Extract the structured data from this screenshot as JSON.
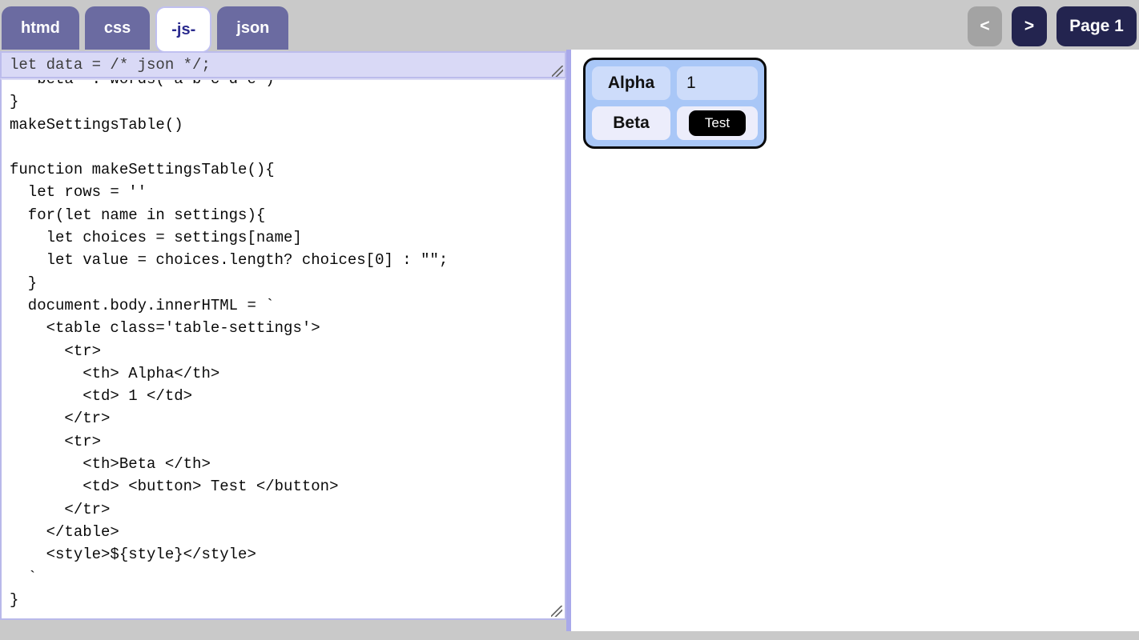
{
  "tabs": [
    {
      "label": "htmd",
      "active": false
    },
    {
      "label": "css",
      "active": false
    },
    {
      "label": "-js-",
      "active": true
    },
    {
      "label": "json",
      "active": false
    }
  ],
  "pager": {
    "prev_label": "<",
    "next_label": ">",
    "page_label": "Page 1"
  },
  "editor": {
    "data_line": "let data = /* json */;",
    "code_lines": [
      "  'beta' : words('a b c d e')",
      "}",
      "makeSettingsTable()",
      "",
      "function makeSettingsTable(){",
      "  let rows = ''",
      "  for(let name in settings){",
      "    let choices = settings[name]",
      "    let value = choices.length? choices[0] : \"\";",
      "  }",
      "  document.body.innerHTML = `",
      "    <table class='table-settings'>",
      "      <tr>",
      "        <th> Alpha</th>",
      "        <td> 1 </td>",
      "      </tr>",
      "      <tr>",
      "        <th>Beta </th>",
      "        <td> <button> Test </button>",
      "      </tr>",
      "    </table>",
      "    <style>${style}</style>",
      "  `",
      "}"
    ]
  },
  "preview": {
    "rows": [
      {
        "header": "Alpha",
        "value": "1"
      },
      {
        "header": "Beta",
        "button_label": "Test"
      }
    ]
  },
  "colors": {
    "page_background": "#c9c9c9",
    "tab_inactive": "#6b6ba1",
    "tab_active_text": "#2b2b8e",
    "nav_button": "#23244f",
    "nav_button_disabled": "#a3a3a3",
    "data_line_background": "#d9d9f6",
    "panel_divider": "#a9a9ea",
    "table_background": "#a9c7f7",
    "row_odd_cell": "#cddcfa",
    "row_even_cell": "#ecedfb",
    "test_button_background": "#000000"
  }
}
